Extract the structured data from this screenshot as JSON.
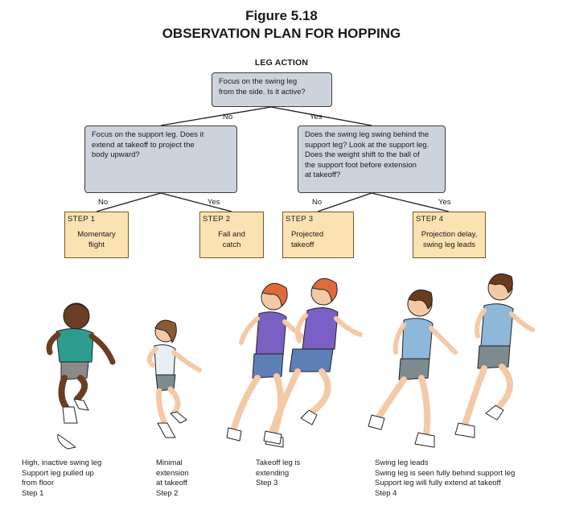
{
  "figure": {
    "number": "Figure 5.18",
    "title": "OBSERVATION PLAN FOR HOPPING",
    "section": "LEG ACTION"
  },
  "tree": {
    "root": {
      "lines": [
        "Focus on the swing leg",
        "from the side. Is it active?"
      ]
    },
    "left_question": {
      "lines": [
        "Focus on the support leg. Does it",
        "extend at takeoff to project the",
        "body upward?"
      ]
    },
    "right_question": {
      "lines": [
        "Does the swing leg swing behind the",
        "support leg? Look at the support leg.",
        "Does the weight shift to the ball of",
        "the support foot before extension",
        "at takeoff?"
      ]
    },
    "labels": {
      "root_no": "No",
      "root_yes": "Yes",
      "left_no": "No",
      "left_yes": "Yes",
      "right_no": "No",
      "right_yes": "Yes"
    }
  },
  "steps": [
    {
      "label": "STEP 1",
      "lines": [
        "Momentary",
        "flight"
      ]
    },
    {
      "label": "STEP 2",
      "lines": [
        "Fall and",
        "catch"
      ]
    },
    {
      "label": "STEP 3",
      "lines": [
        "Projected",
        "takeoff"
      ]
    },
    {
      "label": "STEP 4",
      "lines": [
        "Projection delay,",
        "swing leg leads"
      ]
    }
  ],
  "captions": [
    {
      "lines": [
        "High, inactive swing leg",
        "Support leg pulled up",
        "from floor",
        "Step 1"
      ]
    },
    {
      "lines": [
        "Minimal",
        "extension",
        "at takeoff",
        "Step 2"
      ]
    },
    {
      "lines": [
        "Takeoff leg is",
        "extending",
        "Step 3"
      ]
    },
    {
      "lines": [
        "Swing leg leads",
        "Swing leg is seen fully behind support leg",
        "Support leg will fully extend at takeoff",
        "Step 4"
      ]
    }
  ],
  "colors": {
    "question_fill": "#cdd3dc",
    "step_fill": "#fbe2b2",
    "skin": "#f4c9a6",
    "dark_skin": "#6b3d22",
    "teal_shirt": "#2b9c8f",
    "purple_shirt": "#7b60c4",
    "blue_shorts": "#5d7fb5",
    "blue_shirt": "#8fb7d9",
    "gray_shorts": "#7d8a8f",
    "orange_hair": "#e06a3a",
    "brown_hair": "#6b3a1f"
  }
}
